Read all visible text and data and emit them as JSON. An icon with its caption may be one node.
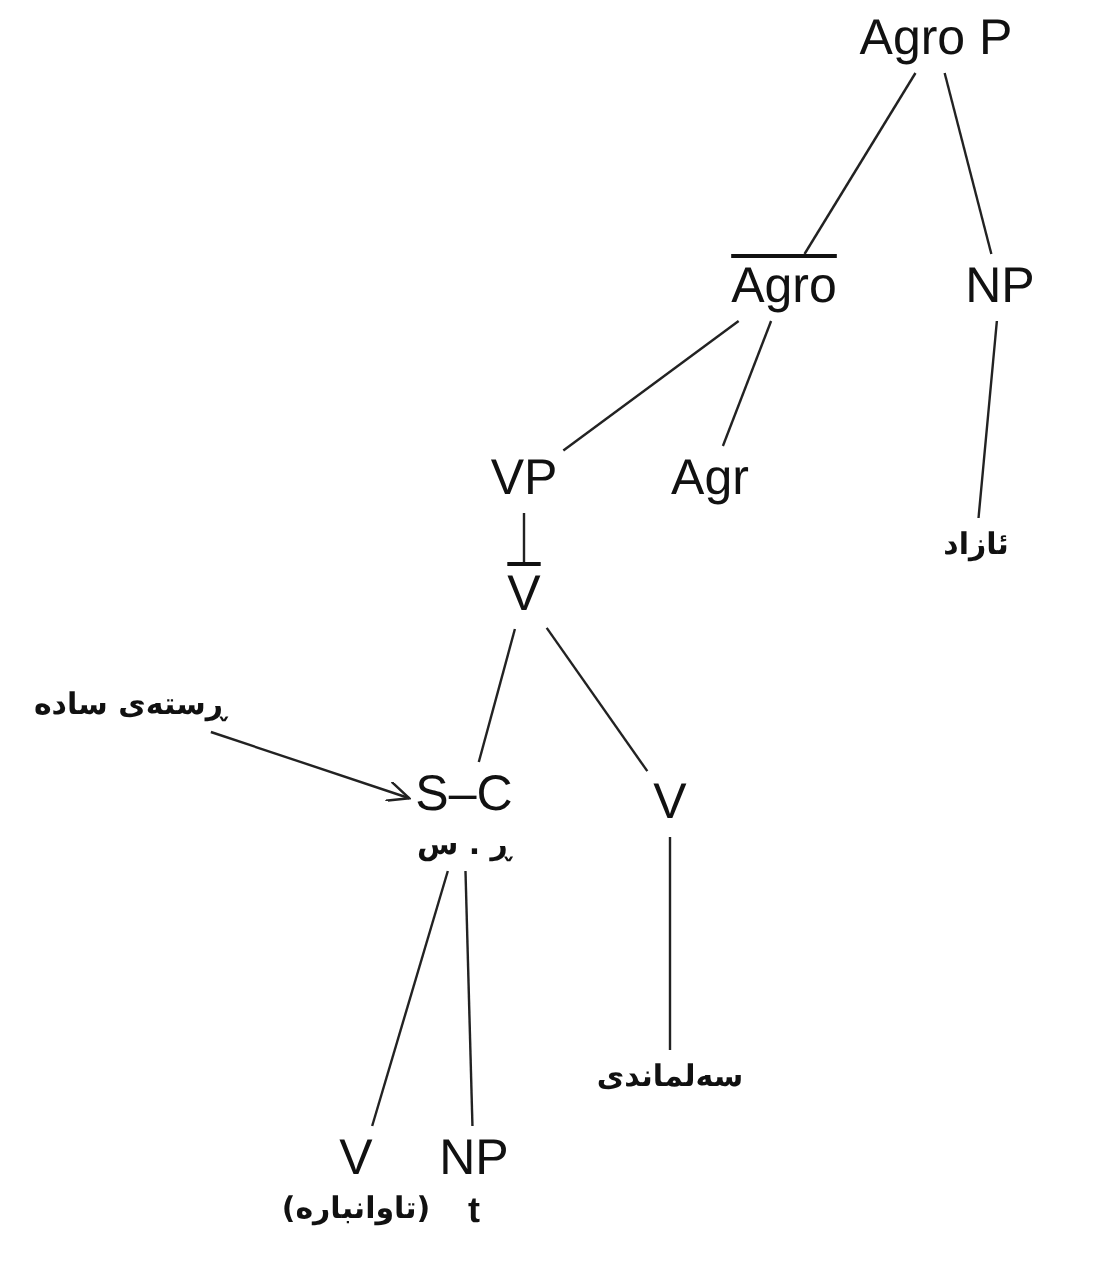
{
  "diagram": {
    "nodes": [
      {
        "text": [
          "Agro P"
        ]
      },
      {
        "text": [
          "Agro"
        ]
      },
      {
        "text": [
          "NP"
        ]
      },
      {
        "text": [
          "VP"
        ]
      },
      {
        "text": [
          "Agr"
        ]
      },
      {
        "text": [
          "ئازاد"
        ]
      },
      {
        "text": [
          "V"
        ]
      },
      {
        "text": [
          "ڕستەی سادە"
        ]
      },
      {
        "text": [
          "S–C"
        ],
        "beside": [
          "ڕ . س"
        ]
      },
      {
        "text": [
          "V"
        ]
      },
      {
        "text": [
          "سەلماندی"
        ]
      },
      {
        "text": [
          "V"
        ],
        "beside": [
          "(تاوانبارە)"
        ]
      },
      {
        "text": [
          "NP"
        ],
        "beside": [
          "t"
        ]
      }
    ],
    "edges": [
      {
        "from": 0,
        "to": 1,
        "arrow": "none"
      },
      {
        "from": 0,
        "to": 2,
        "arrow": "none"
      },
      {
        "from": 1,
        "to": 3,
        "arrow": "none"
      },
      {
        "from": 1,
        "to": 4,
        "arrow": "none"
      },
      {
        "from": 2,
        "to": 5,
        "arrow": "none"
      },
      {
        "from": 3,
        "to": 6,
        "arrow": "none"
      },
      {
        "from": 6,
        "to": 8,
        "arrow": "none"
      },
      {
        "from": 6,
        "to": 9,
        "arrow": "none"
      },
      {
        "from": 7,
        "to": 8,
        "arrow": "to"
      },
      {
        "from": 9,
        "to": 10,
        "arrow": "none"
      },
      {
        "from": 8,
        "to": 11,
        "arrow": "none"
      },
      {
        "from": 8,
        "to": 12,
        "arrow": "none"
      }
    ]
  }
}
